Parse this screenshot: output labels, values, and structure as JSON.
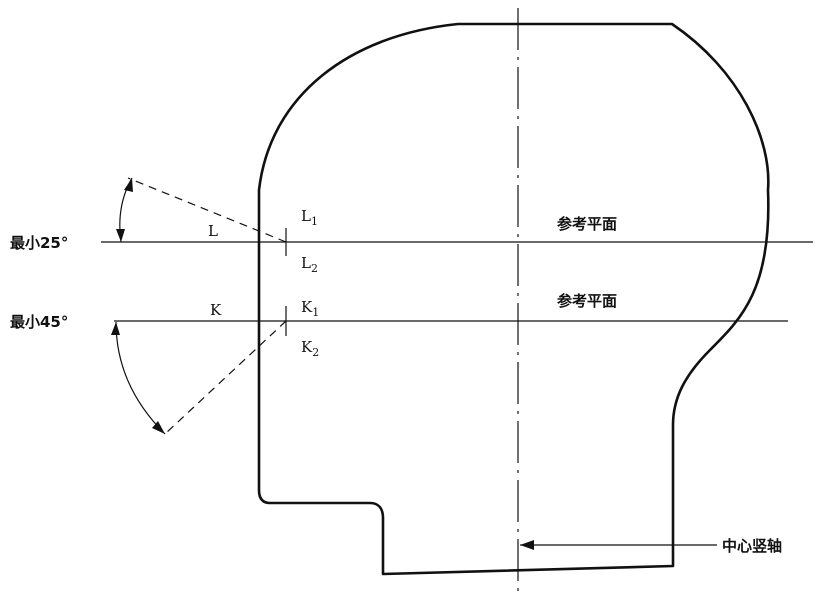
{
  "labels": {
    "min_25": "最小25°",
    "min_45": "最小45°",
    "L": "L",
    "K": "K",
    "L1_main": "L",
    "L1_sub": "1",
    "L2_main": "L",
    "L2_sub": "2",
    "K1_main": "K",
    "K1_sub": "1",
    "K2_main": "K",
    "K2_sub": "2",
    "ref_plane_upper": "参考平面",
    "ref_plane_lower": "参考平面",
    "center_axis": "中心竖轴"
  }
}
